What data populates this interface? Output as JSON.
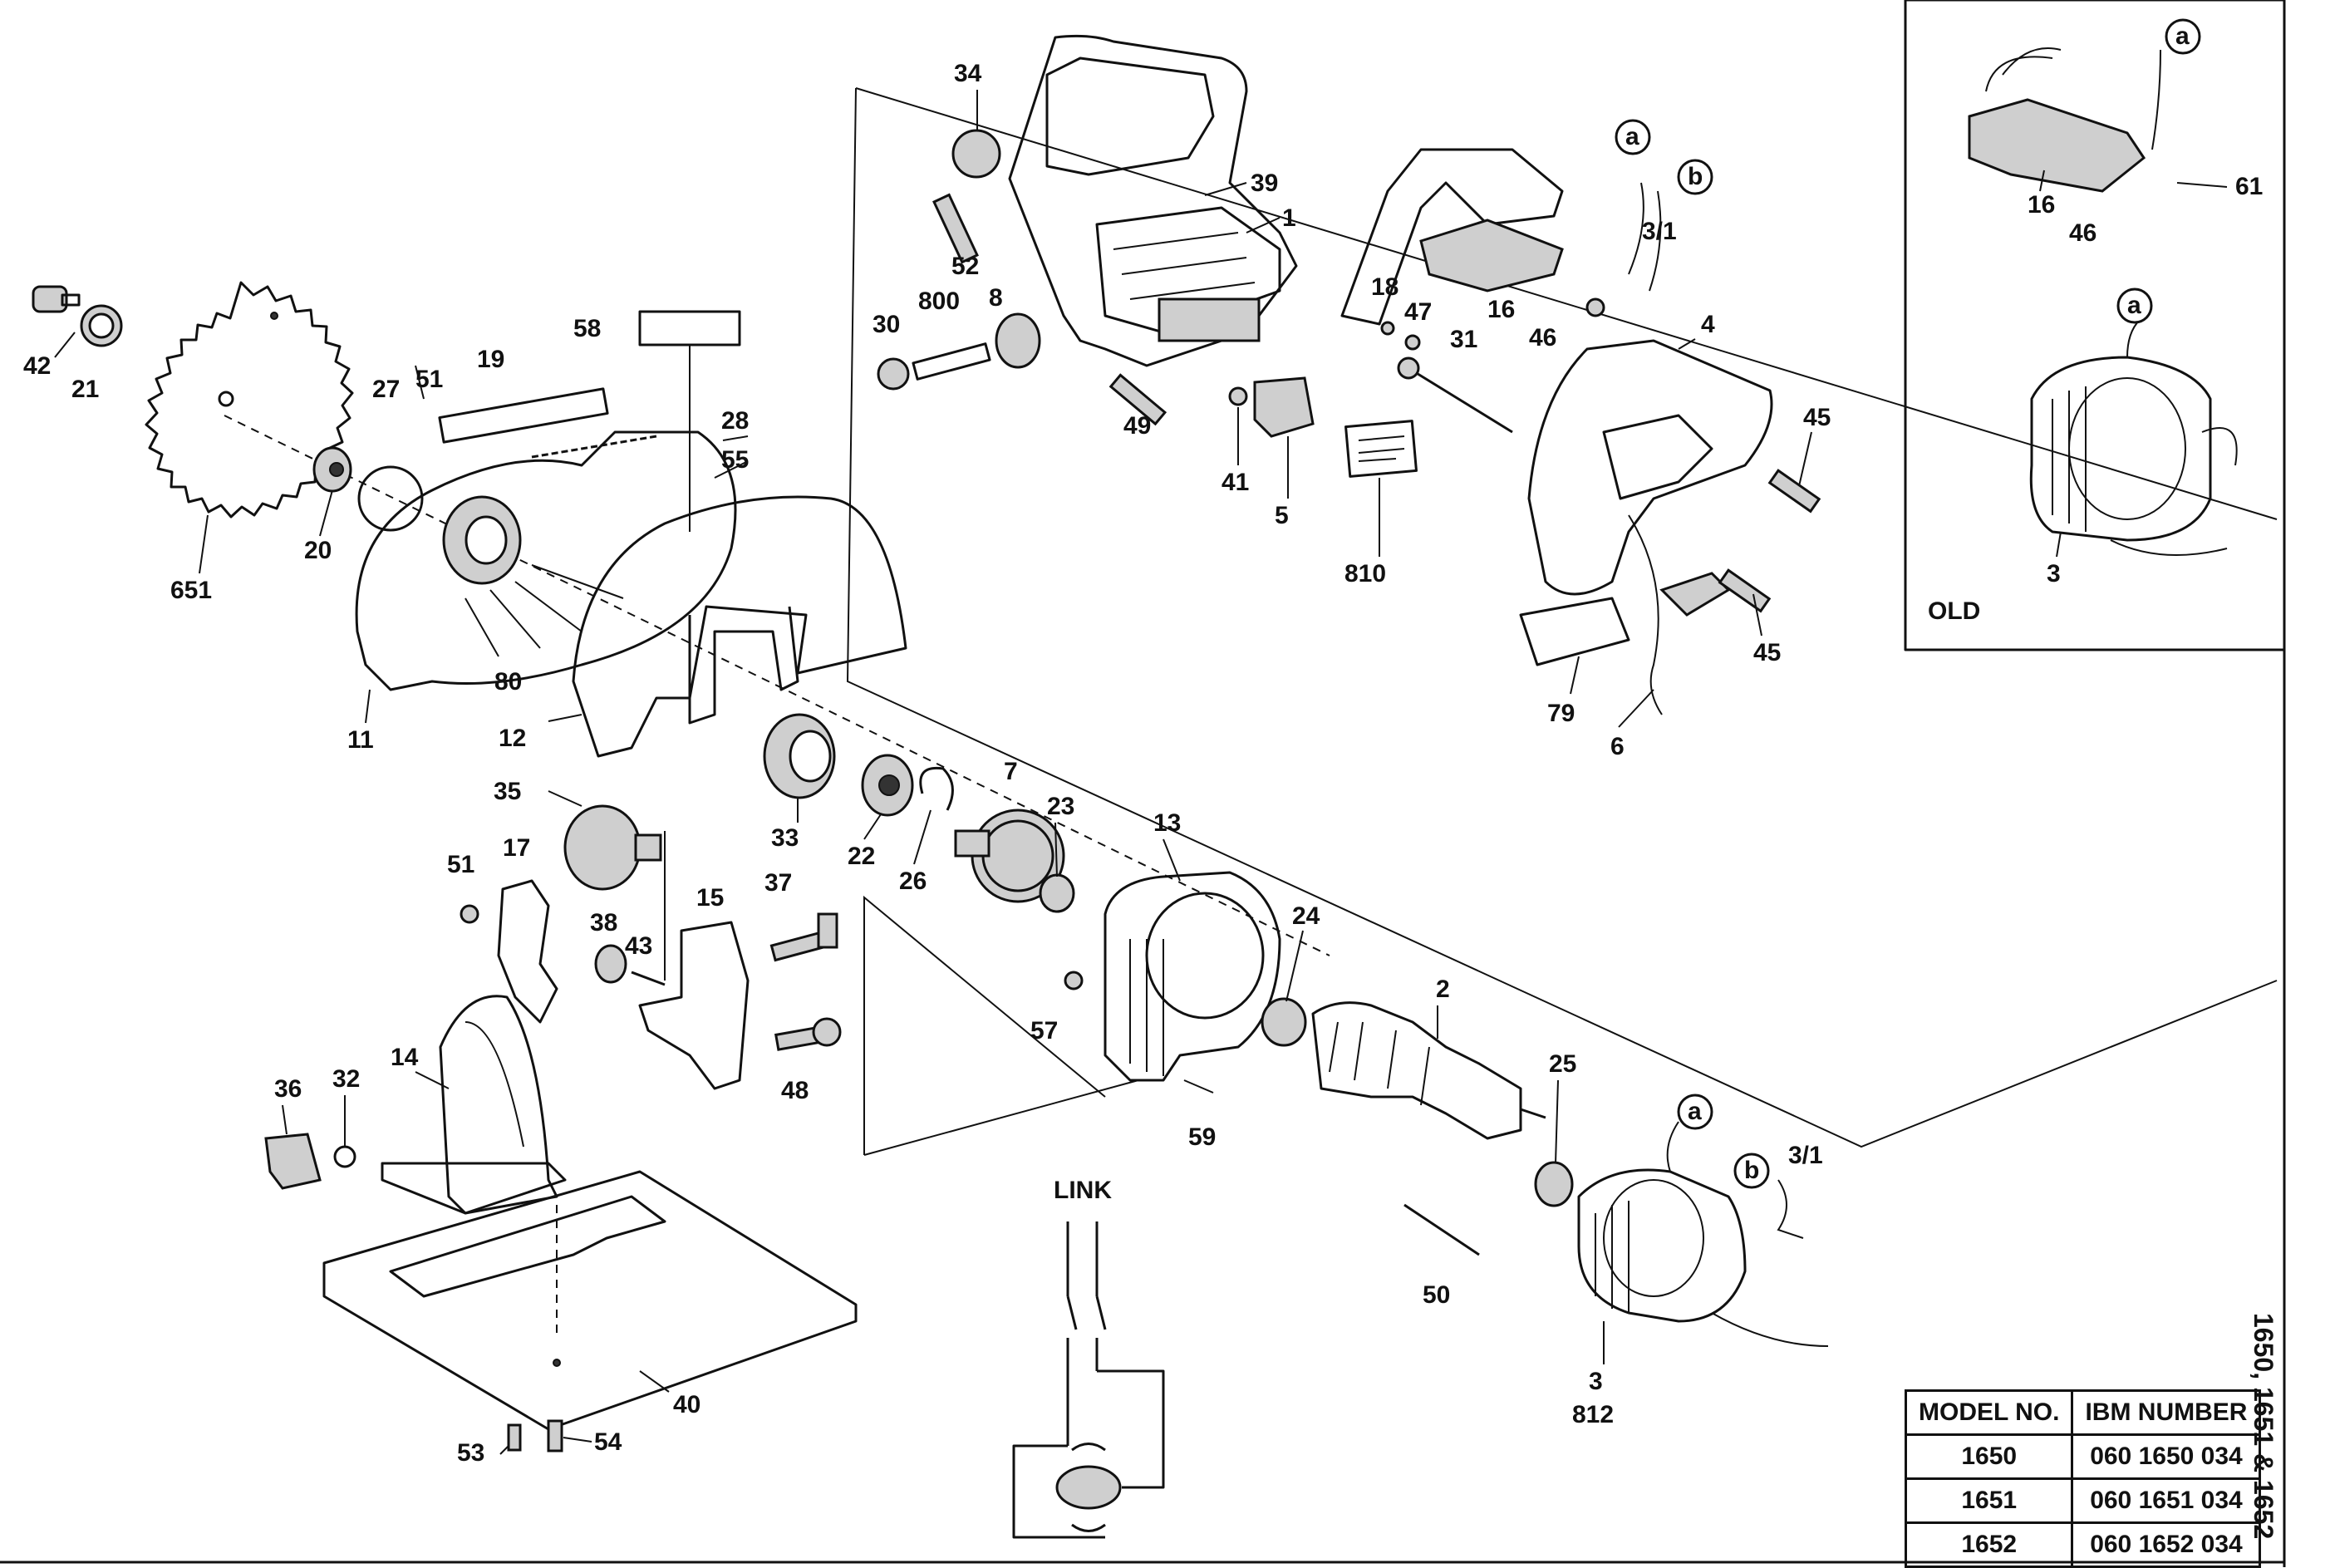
{
  "labels": {
    "p42": "42",
    "p21": "21",
    "p651": "651",
    "p20": "20",
    "p27": "27",
    "p51a": "51",
    "p19": "19",
    "p58": "58",
    "p28": "28",
    "p55": "55",
    "p11": "11",
    "p80": "80",
    "p12": "12",
    "p34": "34",
    "p52": "52",
    "p30": "30",
    "p800": "800",
    "p8": "8",
    "p39": "39",
    "p1": "1",
    "p49": "49",
    "p41": "41",
    "p5": "5",
    "p18": "18",
    "p47": "47",
    "p16a": "16",
    "p46a": "46",
    "pa1": "a",
    "pb1": "b",
    "p31a": "3/1",
    "p31": "31",
    "p4": "4",
    "p45a": "45",
    "p45b": "45",
    "p810": "810",
    "p79": "79",
    "p6": "6",
    "p35": "35",
    "p51b": "51",
    "p17": "17",
    "p38": "38",
    "p43": "43",
    "p15": "15",
    "p37": "37",
    "p33": "33",
    "p22": "22",
    "p26": "26",
    "p7": "7",
    "p23": "23",
    "p13": "13",
    "p24": "24",
    "p57": "57",
    "p48": "48",
    "p14": "14",
    "p36": "36",
    "p32": "32",
    "p2": "2",
    "p59": "59",
    "p25": "25",
    "pa2": "a",
    "pb2": "b",
    "p31b": "3/1",
    "p50": "50",
    "p3a": "3",
    "p812": "812",
    "p40": "40",
    "p53": "53",
    "p54": "54",
    "link": "LINK",
    "pa3": "a",
    "p16b": "16",
    "p46b": "46",
    "p61": "61",
    "pa4": "a",
    "p3b": "3",
    "old": "OLD"
  },
  "table": {
    "headers": [
      "MODEL NO.",
      "IBM NUMBER"
    ],
    "rows": [
      {
        "model": "1650",
        "ibm": "060 1650 034"
      },
      {
        "model": "1651",
        "ibm": "060 1651 034"
      },
      {
        "model": "1652",
        "ibm": "060 1652 034"
      }
    ]
  },
  "side_code": "1650, 1651 & 1652"
}
